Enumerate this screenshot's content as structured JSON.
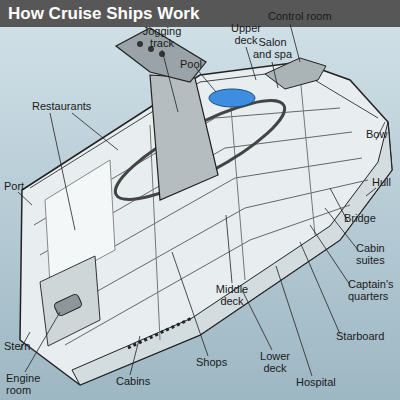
{
  "diagram": {
    "title": "How Cruise Ships Work",
    "labels": [
      "Control room",
      "Upper deck",
      "Salon and spa",
      "Jogging track",
      "Pool",
      "Restaurants",
      "Bow",
      "Hull",
      "Port",
      "Bridge",
      "Cabin suites",
      "Captain's quarters",
      "Middle deck",
      "Starboard",
      "Stern",
      "Shops",
      "Lower deck",
      "Cabins",
      "Engine room",
      "Hospital"
    ]
  }
}
